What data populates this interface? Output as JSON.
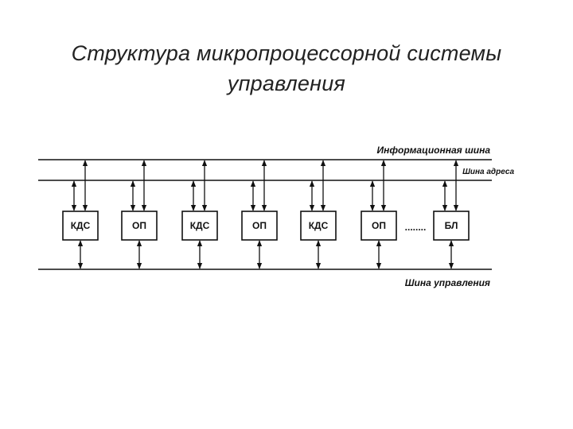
{
  "title": {
    "line1": "Структура  микропроцессорной системы",
    "line2": "управления"
  },
  "buses": {
    "info": "Информационная шина",
    "address": "Шина адреса",
    "control": "Шина управления"
  },
  "blocks": [
    "КДС",
    "ОП",
    "КДС",
    "ОП",
    "КДС",
    "ОП",
    "БЛ"
  ],
  "ellipsis": "........",
  "colors": {
    "line": "#111111",
    "text": "#222222"
  }
}
